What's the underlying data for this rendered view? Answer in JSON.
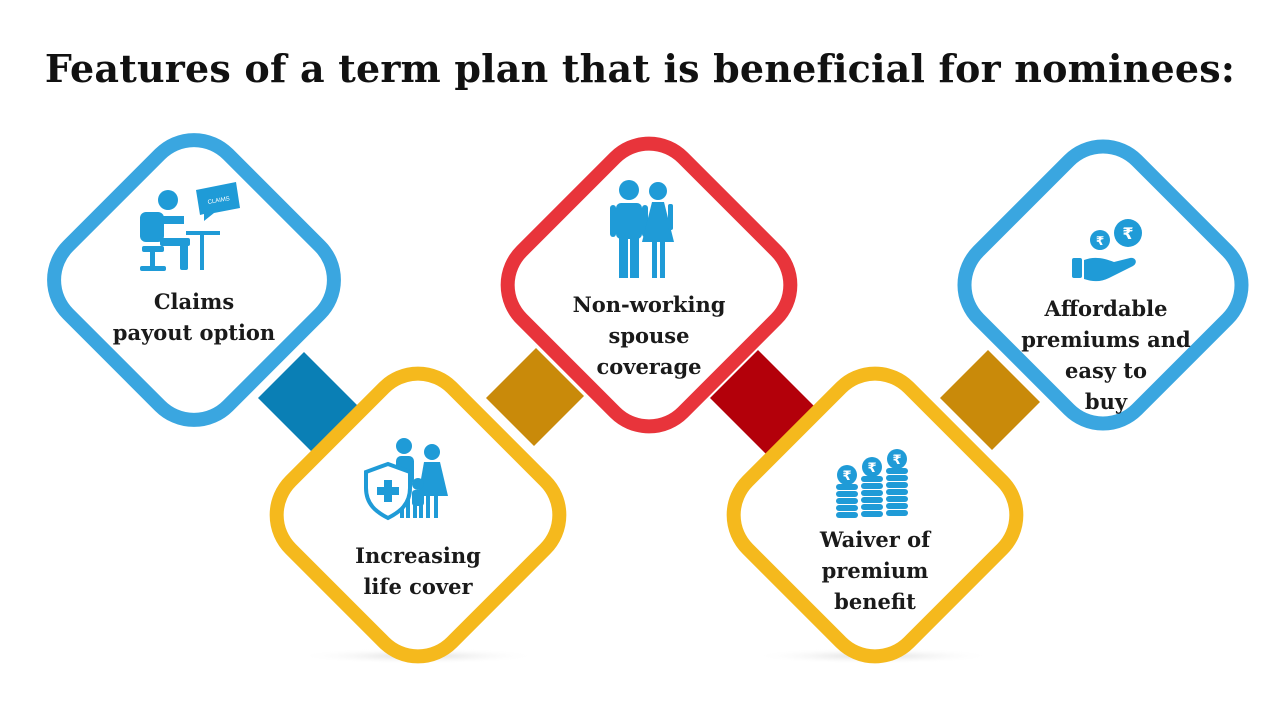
{
  "title": "Features of a term plan that is beneficial for nominees:",
  "colors": {
    "blue": "#3aa6e0",
    "yellow": "#f5b91d",
    "red": "#e8343b",
    "icon_blue": "#1f9bd7",
    "connector_blue": "#0a7fb5",
    "connector_gold": "#c98a0a",
    "connector_red": "#b3000a"
  },
  "features": [
    {
      "id": "claims",
      "lines": [
        "Claims",
        "payout option"
      ],
      "icon": "office-worker-claims-icon",
      "icon_text": "CLAIMS",
      "color": "blue"
    },
    {
      "id": "life-cover",
      "lines": [
        "Increasing",
        "life cover"
      ],
      "icon": "family-shield-icon",
      "color": "yellow"
    },
    {
      "id": "spouse",
      "lines": [
        "Non-working",
        "spouse",
        "coverage"
      ],
      "icon": "couple-icon",
      "color": "red"
    },
    {
      "id": "waiver",
      "lines": [
        "Waiver of",
        "premium",
        "benefit"
      ],
      "icon": "rupee-coin-stacks-icon",
      "color": "yellow"
    },
    {
      "id": "affordable",
      "lines": [
        "Affordable",
        "premiums and",
        "easy to",
        "buy"
      ],
      "icon": "hand-rupee-coins-icon",
      "color": "blue"
    }
  ]
}
